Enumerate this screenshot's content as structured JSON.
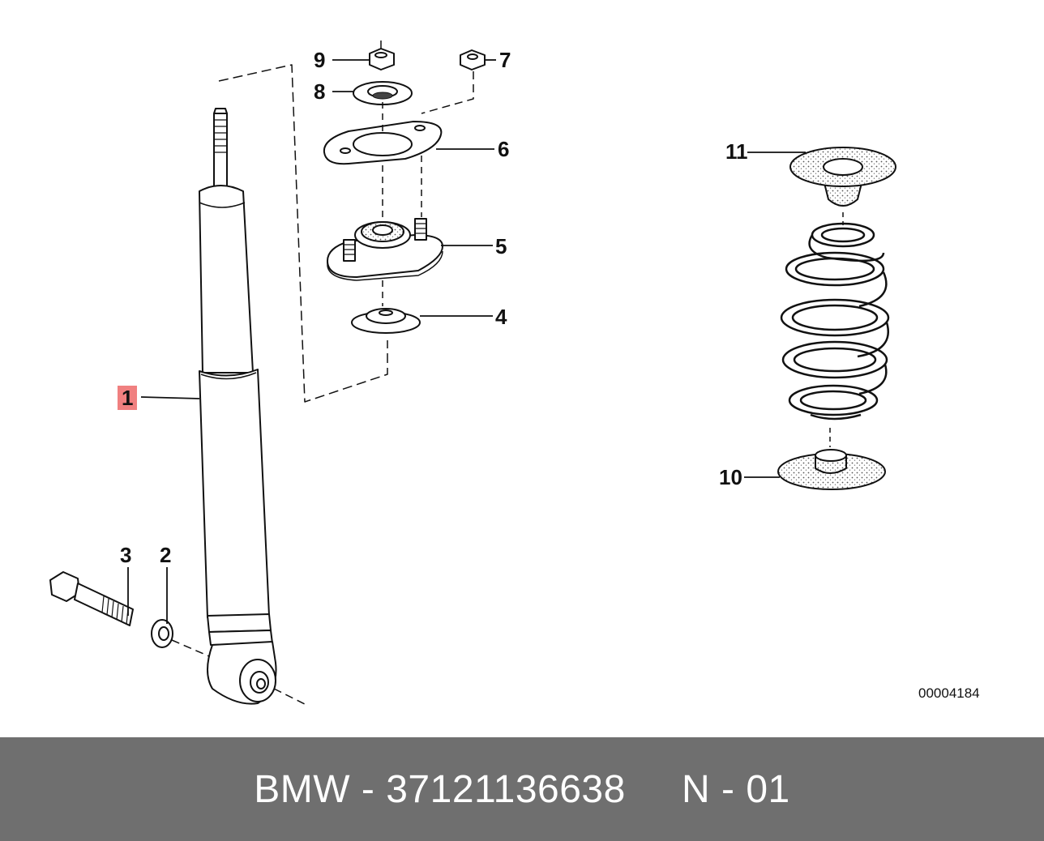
{
  "callouts": {
    "c1": "1",
    "c2": "2",
    "c3": "3",
    "c4": "4",
    "c5": "5",
    "c6": "6",
    "c7": "7",
    "c8": "8",
    "c9": "9",
    "c10": "10",
    "c11": "11"
  },
  "ref_code": "00004184",
  "footer": {
    "brand": "BMW",
    "sep1": " - ",
    "part_number": "37121136638",
    "gap": "     ",
    "position_code": "N - 01"
  },
  "colors": {
    "highlight": "#f08080",
    "footer_bg": "#6f6f6f",
    "footer_text": "#ffffff",
    "line": "#111111",
    "stipple": "#d9d9d9"
  }
}
